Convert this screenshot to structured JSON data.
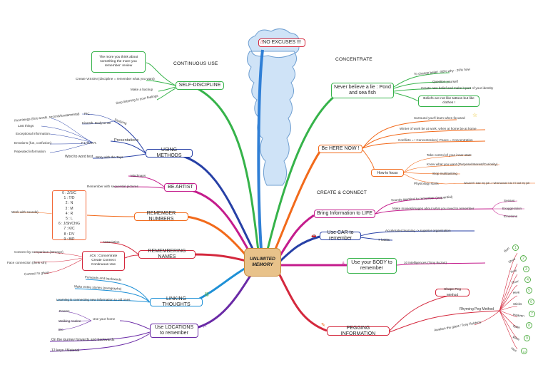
{
  "center": {
    "label": "UNLIMITED MEMORY"
  },
  "section_titles": {
    "continuous": "CONTINUOUS USE",
    "concentrate": "CONCENTRATE",
    "create": "CREATE & CONNECT"
  },
  "colors": {
    "blue_trunk": "#2f7fd6",
    "green": "#36b34a",
    "orange": "#f26a1b",
    "magenta": "#c41c8c",
    "red": "#d4283d",
    "navy": "#2740a6",
    "purple": "#6a2aa6",
    "teal": "#1e90d6"
  },
  "nodes": {
    "no_excuses": "NO EXCUSES !!!",
    "self_discipline": "SELF-DISCIPLINE",
    "using_methods": "USING METHODS",
    "be_artist": "BE ARTIST",
    "remember_numbers": "REMEMBER NUMBERS",
    "remembering_names": "REMEMBERING NAMES",
    "linking_thoughts": "LINKING THOUGHTS",
    "use_locations": "Use LOCATIONS to remember",
    "never_believe": "Never believe a lie : Pond and sea fish",
    "be_here_now": "Be HERE NOW !",
    "bring_info": "Bring Information to LIFE",
    "use_car": "Use CAR to remember",
    "use_body": "Use your BODY to remember",
    "pegging": "PEGGING INFORMATION"
  },
  "self_discipline_items": {
    "box": "The more you think about something the more you remember: review",
    "vision": "Create VISION (discipline = remember what you want)",
    "backup": "Make a backup",
    "stop": "Stop listening to your feelings"
  },
  "methods_items": {
    "pic": "PIC",
    "kinesthetic": "Kinesth. Bodysense",
    "studying": "Studying",
    "first_things": "First things (first words, second/fundamental)",
    "last_things": "Last things",
    "exceptional": "Exceptional information",
    "emotions": "Emotions (fun, confusion)",
    "repeated": "Repeated information",
    "flood": "F.L.O.O.R.",
    "presentations": "Presentations",
    "word_to_word": "Word to word test",
    "story": "Story with the Tays"
  },
  "artist_items": {
    "mindmaps": "Mindmaps",
    "remember_pictures": "Remember with sequential pictures"
  },
  "numbers_list": [
    "0 : Z/S/C",
    "1 : T/D",
    "2 : N",
    "3 : M",
    "4 : R",
    "5 : L",
    "6 : J/Sh/Ch/G",
    "7 : K/C",
    "8 : F/V",
    "9 : B/P"
  ],
  "numbers_side": "Work with sounds)",
  "names_items": {
    "association": "Association",
    "four_cs": "4Cs : Concentrate Create Connect Continuous Use",
    "connect_comparison": "Connect by comparison (Strange)",
    "face_connection": "Face connection (think sth)",
    "connect_ghost": "Connect to ghost"
  },
  "linking_items": {
    "forwards": "Forwards and backwards",
    "make_entire": "Make entire stories (paragraphs)",
    "learning": "Learning is connecting new information to old ones"
  },
  "location_items": {
    "rooms": "Rooms",
    "walking": "Walking routine",
    "etc": "Etc",
    "use_home": "Use your home",
    "journey": "On the journey forwards and backwards",
    "keys": "12 keys / Material"
  },
  "never_items": {
    "change_belief": "To change belief : 80% why - 20% how",
    "question": "Question yourself",
    "create_belief": "Create new belief and make it part of your identity",
    "tattoos": "Beliefs are not like tattoos but like clothes !"
  },
  "here_items": {
    "surround": "Surround you'll learn when focused",
    "winter": "Winter of work be at work, when at home be at home",
    "conflicts": "Conflicts = ! Concentration | Peace = Concentration",
    "how_focus": "How to focus",
    "take_control": "Take control of your inner state",
    "know_what": "Know what you want (Purpose/Interest/Curiosity)",
    "stop_multi": "Stop multitasking",
    "physiology": "Physiology starts",
    "would_do": "Would if I lose my job -> what would I do if I lost my job"
  },
  "bring_items": {
    "sounds": "Sounds identical to remember (sequential)",
    "make_movies": "Make movies/images about what you need to remember",
    "senses": "Senses",
    "exaggeration": "Exaggeration",
    "emotions": "Emotions"
  },
  "car_items": {
    "accelerated": "Accelerated learning -> superior organization",
    "symbols": "7 habits"
  },
  "body_items": {
    "intelligences": "10 intelligences (Tony Buzan)"
  },
  "pegging_items": {
    "shape": "Shape Peg Method",
    "rhyming": "Rhyming Peg Method",
    "awaken": "Awaken the giant / Tony Robbins",
    "pegs": [
      "Bun",
      "Shoe",
      "Tree",
      "Door",
      "Hive",
      "Sticks",
      "Heaven",
      "Gate",
      "Wine",
      "Hen"
    ]
  }
}
